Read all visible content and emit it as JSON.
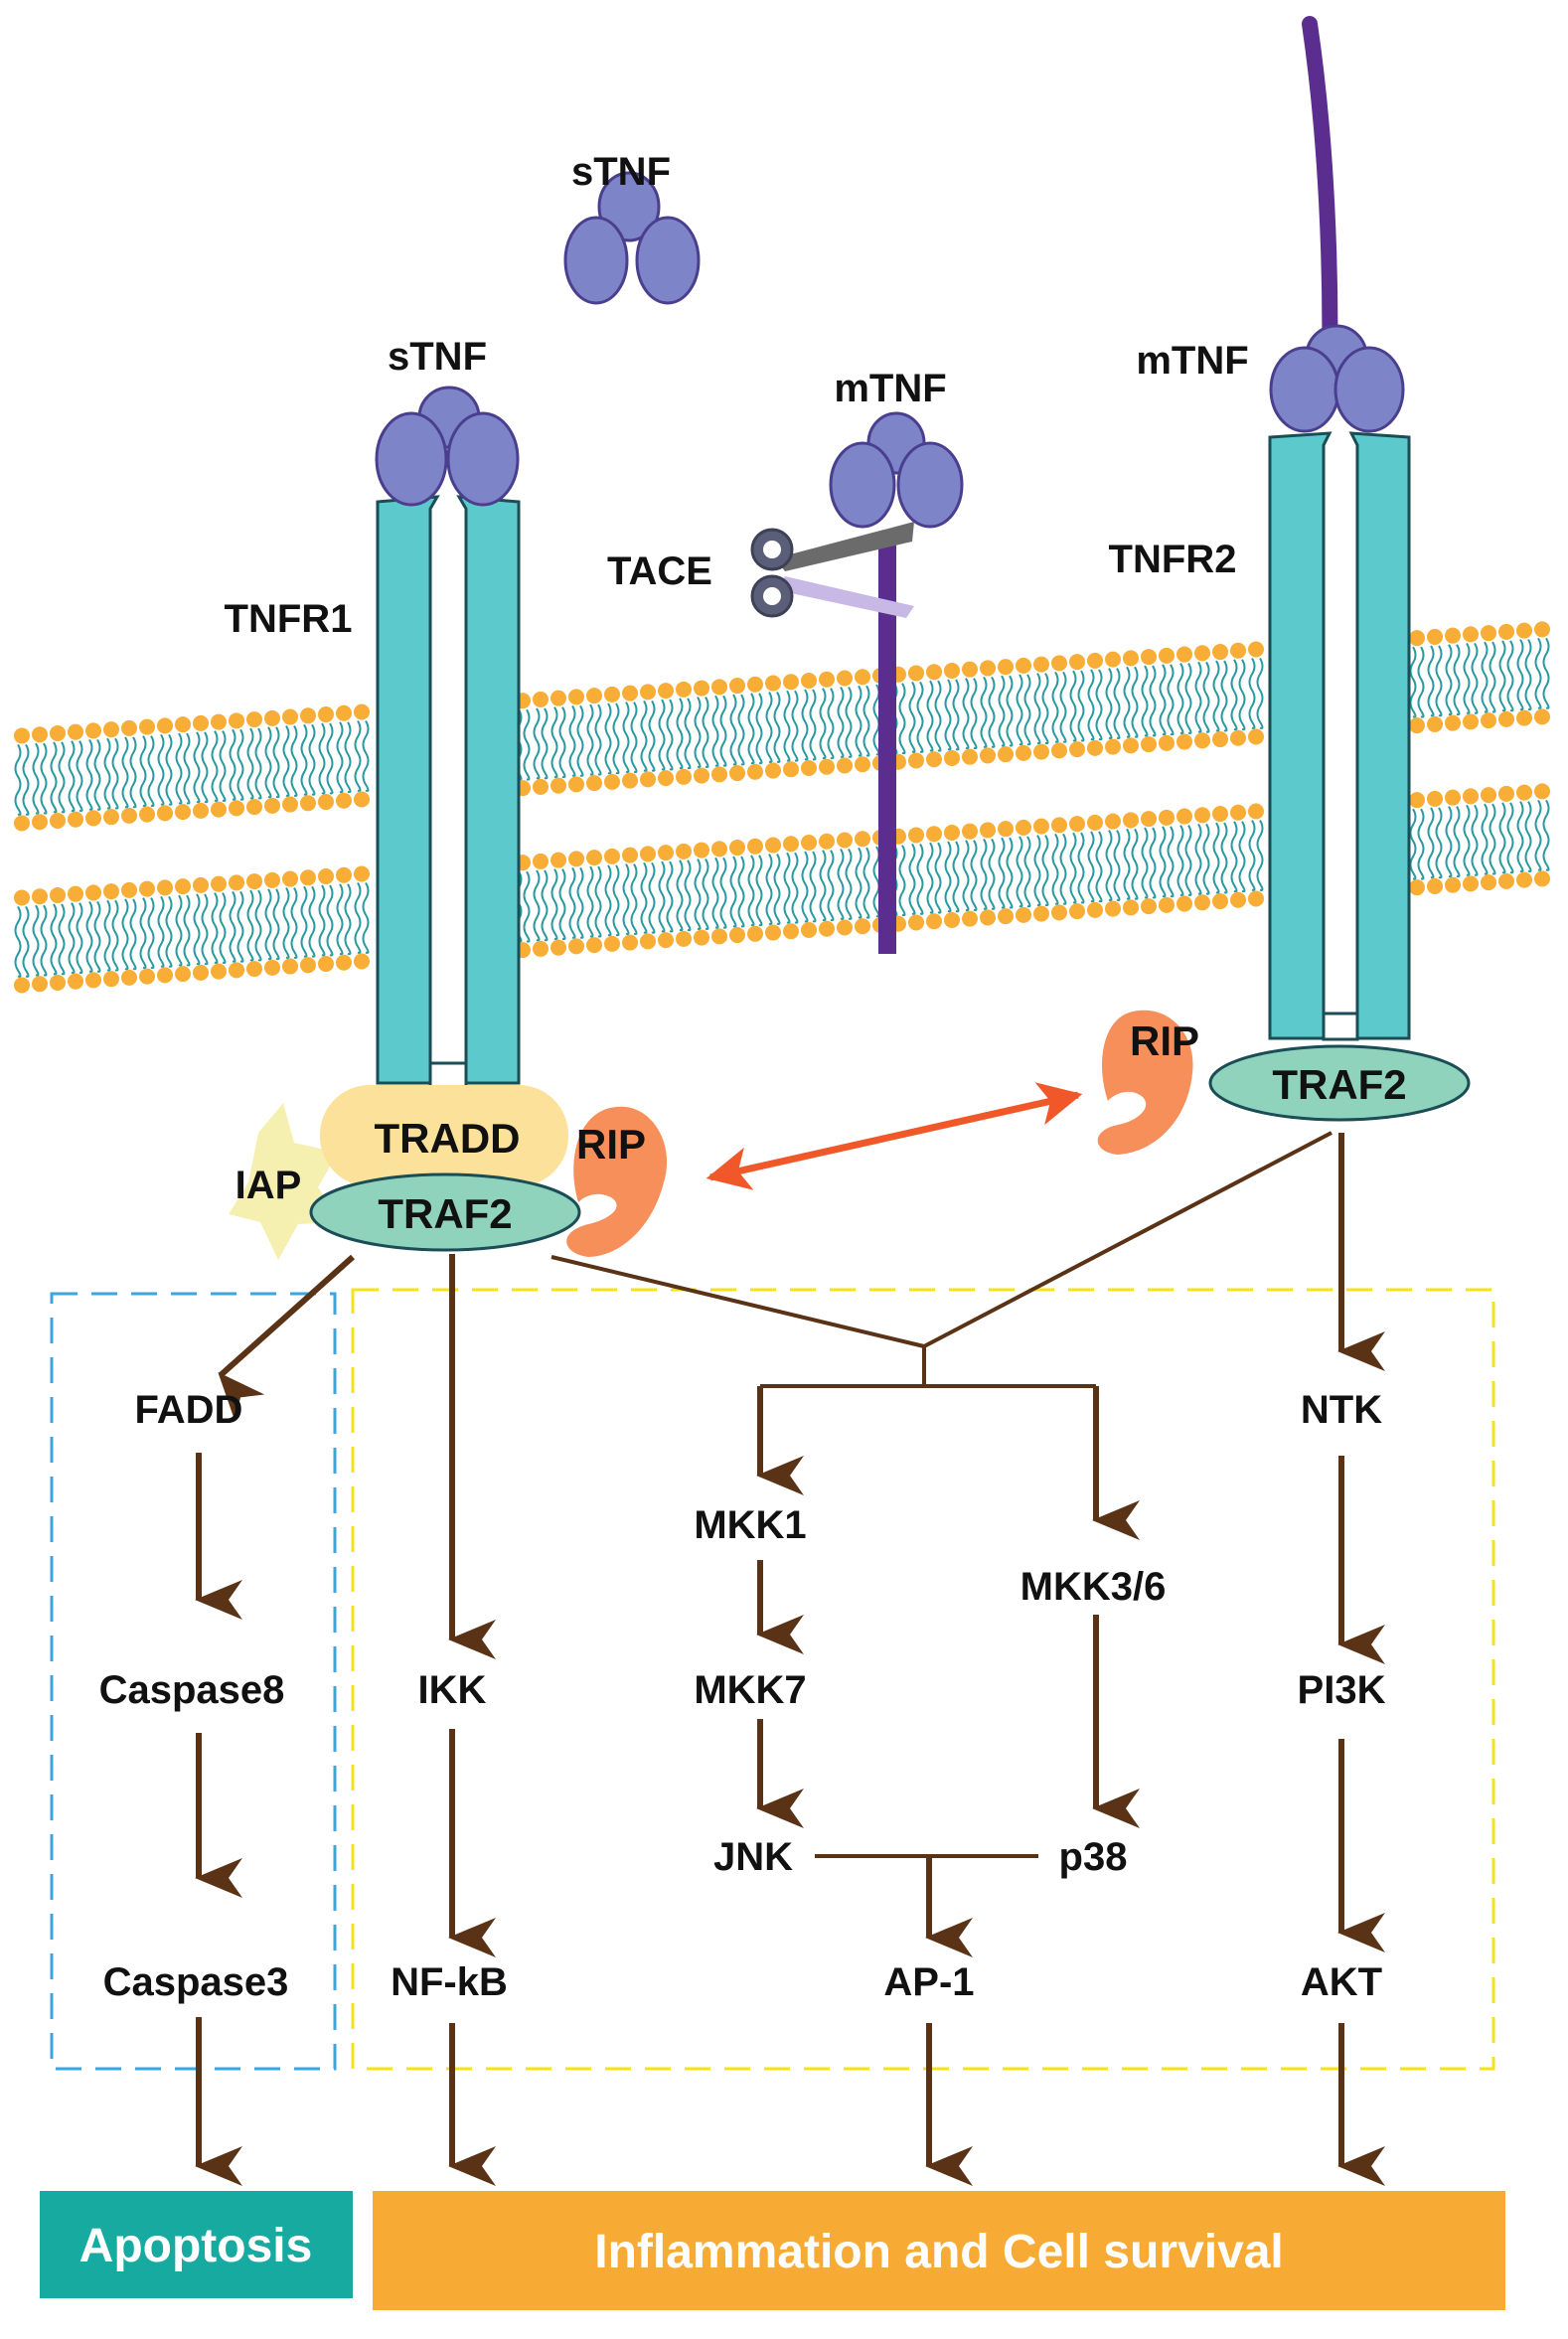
{
  "colors": {
    "receptor": "#5cc9cc",
    "receptor_stroke": "#1a4d55",
    "tnf": "#7d84c8",
    "tnf_stroke": "#4a3f8f",
    "mtnf_stalk": "#5b2d8e",
    "lipid_head": "#f7ad36",
    "lipid_tail": "#2a9aa0",
    "tradd": "#fbe19a",
    "traf2": "#8fd3bd",
    "rip": "#f78f5a",
    "iap": "#f5f0b0",
    "arrow": "#5a3216",
    "double_arrow": "#f0582a",
    "apoptosis_box": "#16aaa0",
    "survival_box": "#f8ab34",
    "blue_dashed": "#3aa6e0",
    "yellow_dashed": "#f4e31c"
  },
  "labels": {
    "stnf_free": "sTNF",
    "stnf_bound": "sTNF",
    "mtnf_cleaved": "mTNF",
    "mtnf_bound": "mTNF",
    "tace": "TACE",
    "tnfr1": "TNFR1",
    "tnfr2": "TNFR2",
    "tradd": "TRADD",
    "traf2_left": "TRAF2",
    "traf2_right": "TRAF2",
    "iap": "IAP",
    "rip_left": "RIP",
    "rip_right": "RIP"
  },
  "pathways": {
    "apoptosis": [
      "FADD",
      "Caspase8",
      "Caspase3"
    ],
    "nfkb": [
      "IKK",
      "NF-kB"
    ],
    "jnk": [
      "MKK1",
      "MKK7",
      "JNK"
    ],
    "p38": [
      "MKK3/6",
      "p38"
    ],
    "ap1": "AP-1",
    "akt": [
      "NTK",
      "PI3K",
      "AKT"
    ]
  },
  "outcomes": {
    "apoptosis": "Apoptosis",
    "survival": "Inflammation and Cell survival"
  }
}
